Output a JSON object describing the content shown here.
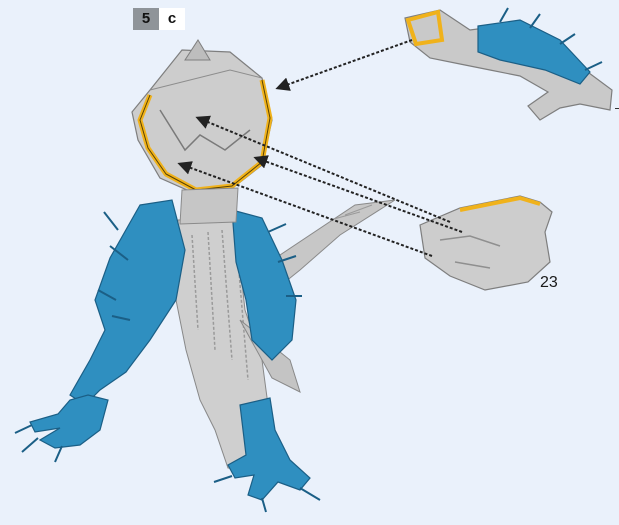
{
  "step": {
    "number": "5",
    "letter": "c"
  },
  "part_label": "23",
  "colors": {
    "background": "#eaf1fb",
    "grey_parts": "#c9c9c9",
    "blue_parts": "#2f8fc0",
    "glue_highlight": "#f0b21b",
    "arrow": "#333333",
    "badge_grey": "#8f9499"
  },
  "icons": [
    "dashed-assembly-arrow"
  ]
}
